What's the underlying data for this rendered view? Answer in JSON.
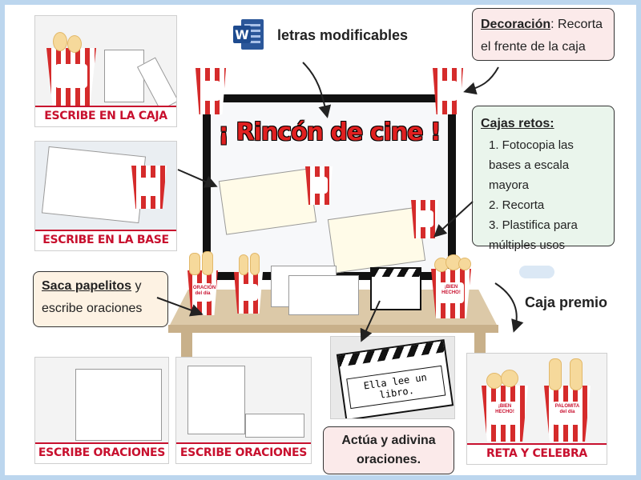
{
  "header": {
    "word_note": "letras modificables"
  },
  "board": {
    "title_left_mark": "¡",
    "title": "Rincón de cine",
    "title_right_mark": "!"
  },
  "photos": {
    "top_left_caption": "ESCRIBE EN LA CAJA",
    "mid_left_caption": "ESCRIBE EN LA BASE",
    "bottom1_caption": "ESCRIBE ORACIONES",
    "bottom2_caption": "ESCRIBE ORACIONES",
    "clapper_text": "Ella lee un libro.",
    "prize_caption": "RETA Y CELEBRA",
    "prize_cup1_label": "¡BIEN HECHO!",
    "prize_cup2_label": "PALOMITA del día"
  },
  "notes": {
    "decoracion_title": "Decoración",
    "decoracion_text": ": Recorta el frente de la caja",
    "retos_title": "Cajas retos:",
    "retos_items": [
      "1. Fotocopia las bases a escala mayora",
      "2. Recorta",
      "3.  Plastifica para múltiples usos"
    ],
    "papelitos_title": "Saca papelitos",
    "papelitos_text": " y escribe oraciones",
    "caja_premio": "Caja premio",
    "actua": "Actúa y adivina oraciones."
  },
  "table": {
    "cup1_label": "ORACIÓN del día",
    "cup2_label": "¡BIEN HECHO!"
  },
  "colors": {
    "accent_red": "#c8102e",
    "frame_blue": "#bcd6ee",
    "note_pink": "#fbeaea",
    "note_green": "#eaf5ec",
    "note_cream": "#fdf2e3"
  }
}
